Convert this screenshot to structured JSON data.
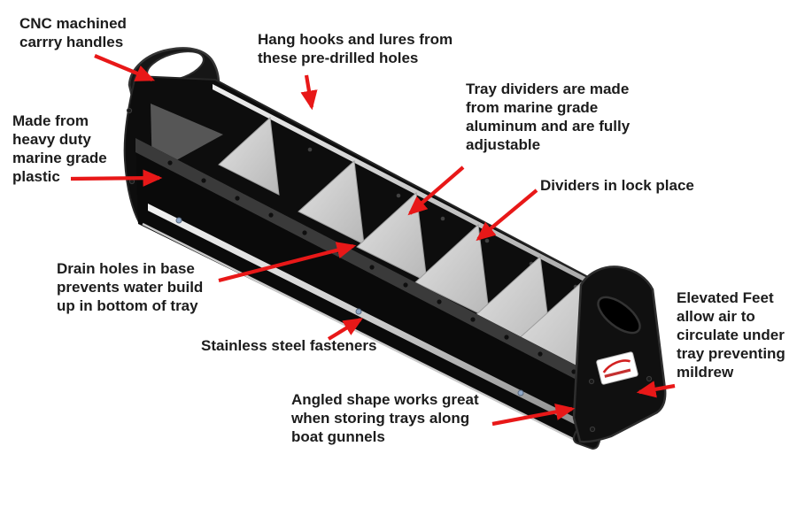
{
  "figure": {
    "type": "annotated-product-diagram",
    "divider_count": 6
  },
  "colors": {
    "background": "#ffffff",
    "arrow_red": "#e81818",
    "text": "#1c1c1c",
    "tray_black": "#0d0d0d",
    "divider_gray": "#cfcfcf",
    "rail_silver": "#d8d8d8"
  },
  "annotations": {
    "cnc_handles": {
      "label": "CNC machined\ncarrry handles"
    },
    "hang_hooks": {
      "label": "Hang hooks and lures from\nthese pre-drilled holes"
    },
    "tray_dividers": {
      "label": "Tray dividers are made\nfrom marine grade\naluminum and are fully\nadjustable"
    },
    "dividers_lock": {
      "label": "Dividers in lock place"
    },
    "heavy_duty": {
      "label": "Made from\nheavy duty\nmarine grade\nplastic"
    },
    "drain_holes": {
      "label": "Drain holes in base\nprevents water build\nup in bottom of tray"
    },
    "fasteners": {
      "label": "Stainless steel fasteners"
    },
    "angled_shape": {
      "label": "Angled shape works great\nwhen storing trays along\nboat gunnels"
    },
    "elevated_feet": {
      "label": "Elevated Feet\nallow air to\ncirculate under\ntray preventing\nmildrew"
    }
  }
}
